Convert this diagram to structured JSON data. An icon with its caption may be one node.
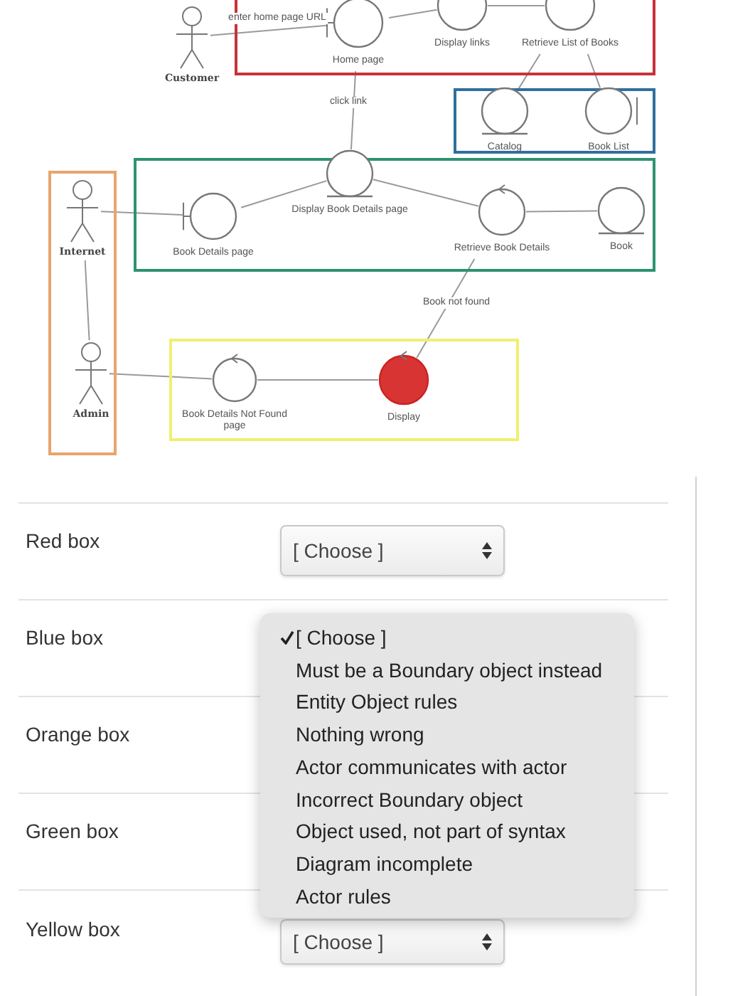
{
  "diagram": {
    "nodes": [
      {
        "text": [
          "Customer"
        ]
      },
      {
        "text": [],
        "shape": "box"
      },
      {
        "text": [
          "Home page"
        ],
        "in": 1
      },
      {
        "text": [
          "Display links"
        ],
        "in": 1
      },
      {
        "text": [
          "Retrieve List of Books"
        ],
        "in": 1
      },
      {
        "text": [],
        "shape": "box"
      },
      {
        "text": [
          "Catalog"
        ],
        "in": 5
      },
      {
        "text": [
          "Book List"
        ],
        "in": 5
      },
      {
        "text": [],
        "shape": "box"
      },
      {
        "text": [
          "Internet"
        ],
        "in": 8
      },
      {
        "text": [
          "Admin"
        ],
        "in": 8
      },
      {
        "text": [],
        "shape": "box"
      },
      {
        "text": [
          "Book Details page"
        ],
        "in": 11
      },
      {
        "text": [
          "Display Book Details page"
        ],
        "in": 11
      },
      {
        "text": [
          "Retrieve Book Details"
        ],
        "in": 11
      },
      {
        "text": [
          "Book"
        ],
        "in": 11
      },
      {
        "text": [],
        "shape": "box"
      },
      {
        "text": [
          "Book Details Not Found page"
        ],
        "in": 16
      },
      {
        "text": [
          "Display"
        ],
        "in": 16
      }
    ],
    "edges": [
      {
        "from": 0,
        "to": 2,
        "arrow": "none",
        "label": "enter home page URL"
      },
      {
        "from": 2,
        "to": 3,
        "arrow": "none"
      },
      {
        "from": 3,
        "to": 4,
        "arrow": "none"
      },
      {
        "from": 4,
        "to": 6,
        "arrow": "none"
      },
      {
        "from": 4,
        "to": 7,
        "arrow": "none"
      },
      {
        "from": 2,
        "to": 13,
        "arrow": "none",
        "label": "click link"
      },
      {
        "from": 9,
        "to": 12,
        "arrow": "none"
      },
      {
        "from": 12,
        "to": 13,
        "arrow": "none"
      },
      {
        "from": 13,
        "to": 14,
        "arrow": "none"
      },
      {
        "from": 14,
        "to": 15,
        "arrow": "none"
      },
      {
        "from": 9,
        "to": 10,
        "arrow": "none"
      },
      {
        "from": 14,
        "to": 18,
        "arrow": "none",
        "label": "Book not found"
      },
      {
        "from": 10,
        "to": 17,
        "arrow": "none"
      },
      {
        "from": 17,
        "to": 18,
        "arrow": "none"
      }
    ],
    "labels": [
      "Red box",
      "[ Choose ]",
      "Blue box",
      "[ Choose ]",
      "Must be a Boundary object instead",
      "Entity Object rules",
      "Nothing wrong",
      "Actor communicates with actor",
      "Incorrect Boundary object",
      "Object used, not part of syntax",
      "Diagram incomplete",
      "Actor rules",
      "Orange box",
      "Green box",
      "Yellow box",
      "[ Choose ]"
    ]
  }
}
